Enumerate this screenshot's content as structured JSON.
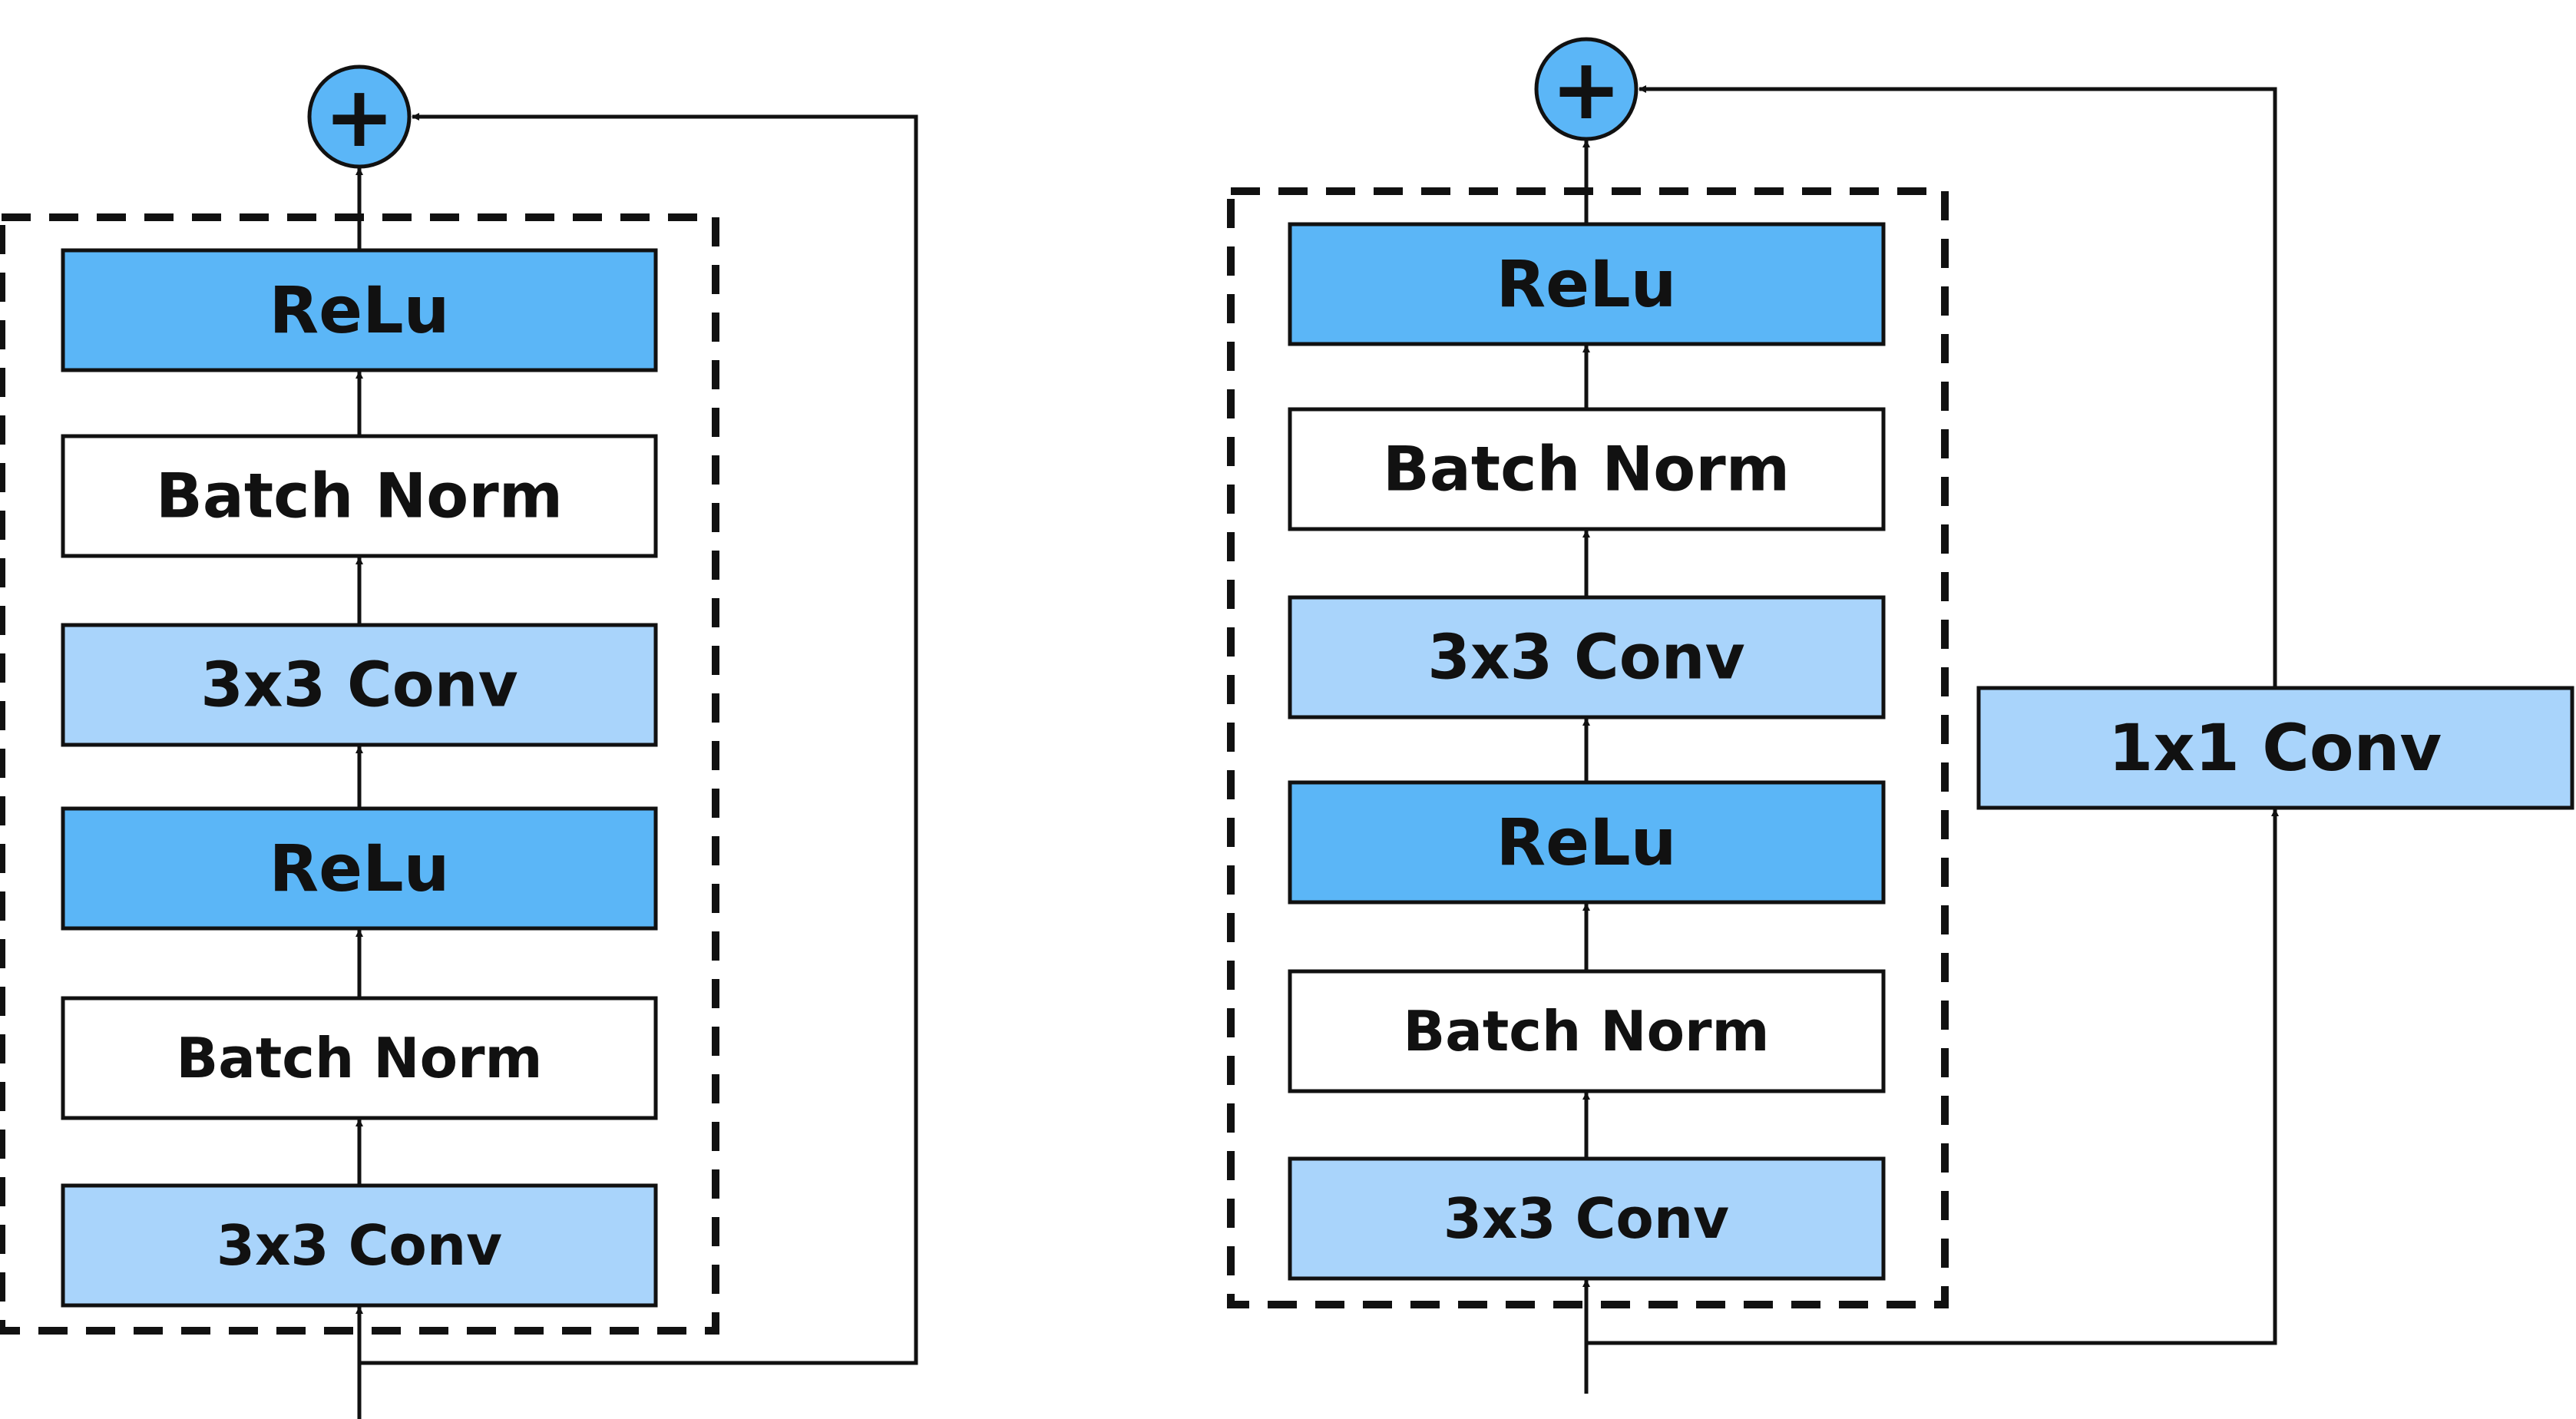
{
  "colors": {
    "relu": "#5bb6f7",
    "conv": "#a9d4fb",
    "norm": "#ffffff",
    "add": "#5bb6f7",
    "stroke": "#111111"
  },
  "add_symbol": "+",
  "left_block": {
    "layers": [
      {
        "label": "ReLu",
        "kind": "relu"
      },
      {
        "label": "Batch Norm",
        "kind": "norm"
      },
      {
        "label": "3x3 Conv",
        "kind": "conv"
      },
      {
        "label": "ReLu",
        "kind": "relu"
      },
      {
        "label": "Batch Norm",
        "kind": "norm"
      },
      {
        "label": "3x3 Conv",
        "kind": "conv"
      }
    ]
  },
  "right_block": {
    "layers": [
      {
        "label": "ReLu",
        "kind": "relu"
      },
      {
        "label": "Batch Norm",
        "kind": "norm"
      },
      {
        "label": "3x3 Conv",
        "kind": "conv"
      },
      {
        "label": "ReLu",
        "kind": "relu"
      },
      {
        "label": "Batch Norm",
        "kind": "norm"
      },
      {
        "label": "3x3 Conv",
        "kind": "conv"
      }
    ],
    "shortcut": {
      "label": "1x1 Conv",
      "kind": "conv"
    }
  }
}
